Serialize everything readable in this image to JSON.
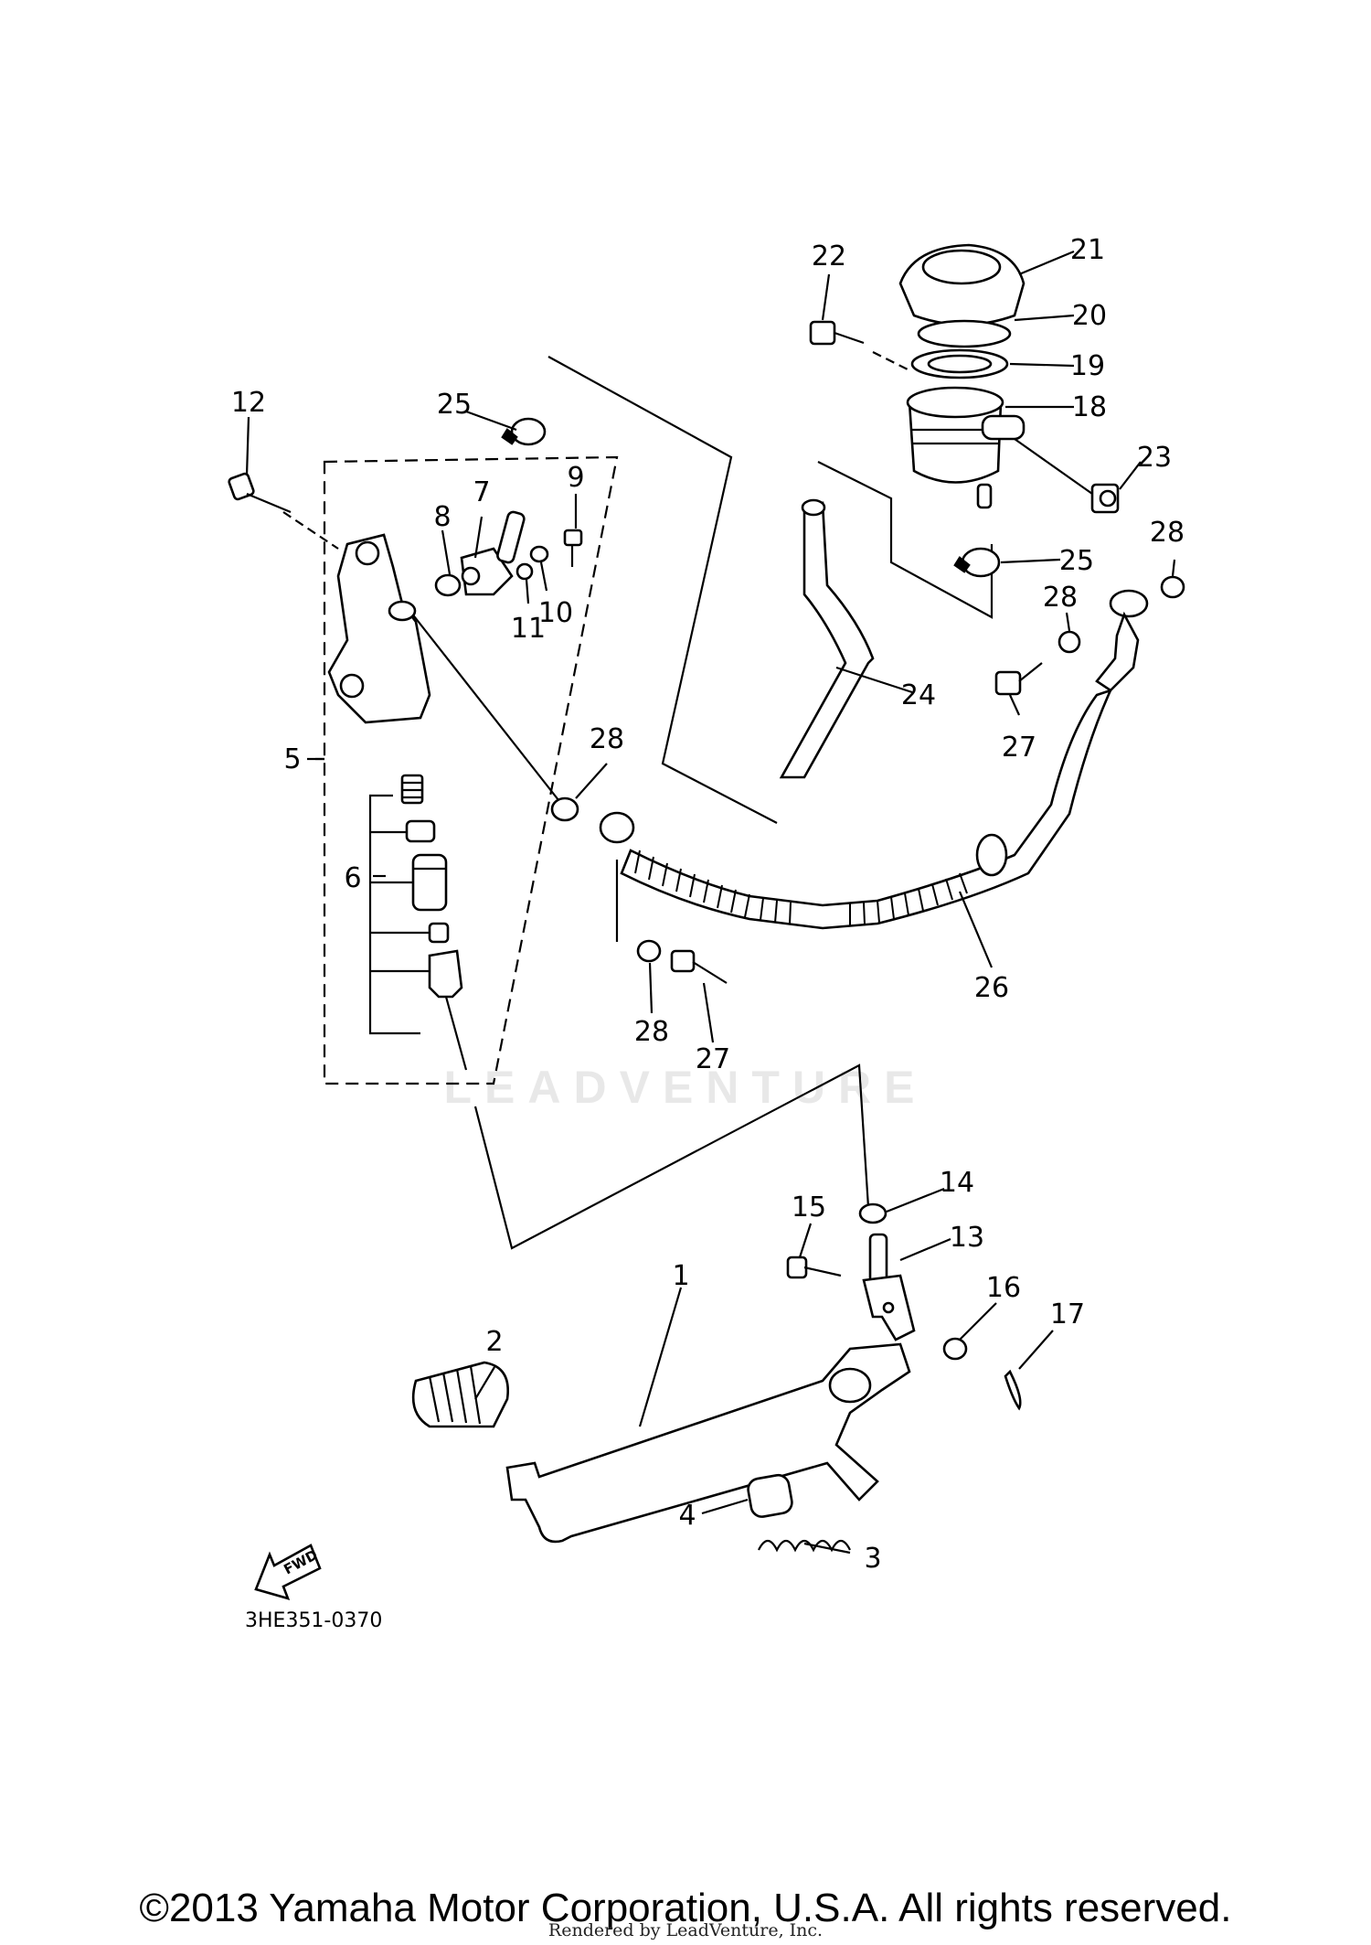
{
  "diagram": {
    "code": "3HE351-0370",
    "fwd_label": "FWD",
    "watermark": "LEADVENTURE",
    "callouts": [
      "1",
      "2",
      "3",
      "4",
      "5",
      "6",
      "7",
      "8",
      "9",
      "10",
      "11",
      "12",
      "13",
      "14",
      "15",
      "16",
      "17",
      "18",
      "19",
      "20",
      "21",
      "22",
      "23",
      "24",
      "25",
      "25",
      "26",
      "27",
      "27",
      "28",
      "28",
      "28",
      "28"
    ]
  },
  "footer": {
    "copyright": "©2013 Yamaha Motor Corporation, U.S.A. All rights reserved.",
    "rendered_by": "Rendered by LeadVenture, Inc."
  }
}
